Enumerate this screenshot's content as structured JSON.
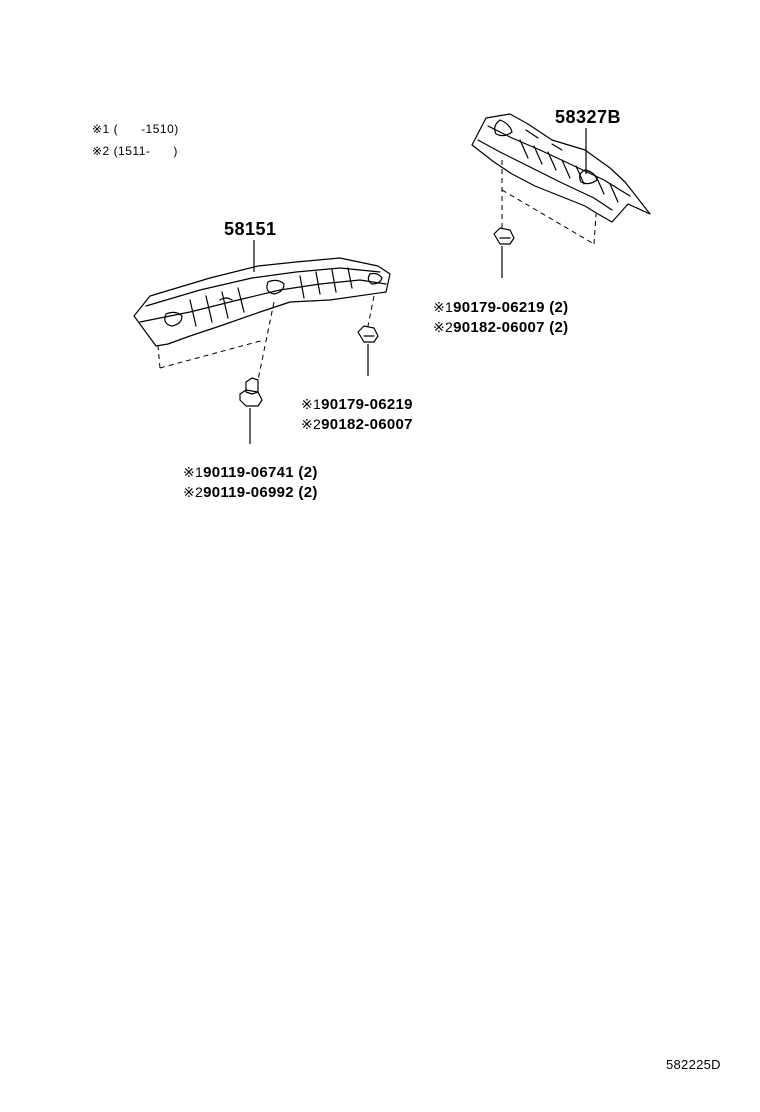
{
  "legend": {
    "line1": "※1 (      -1510)",
    "line2": "※2 (1511-      )"
  },
  "parts": {
    "rear_cover": "58327B",
    "front_cover": "58151"
  },
  "fasteners": {
    "upper_nut": [
      {
        "mark": "※1",
        "part": "90179-06219 (2)"
      },
      {
        "mark": "※2",
        "part": "90182-06007 (2)"
      }
    ],
    "middle_nut": [
      {
        "mark": "※1",
        "part": "90179-06219"
      },
      {
        "mark": "※2",
        "part": "90182-06007"
      }
    ],
    "bolt": [
      {
        "mark": "※1",
        "part": "90119-06741 (2)"
      },
      {
        "mark": "※2",
        "part": "90119-06992 (2)"
      }
    ]
  },
  "diagram_code": "582225D"
}
